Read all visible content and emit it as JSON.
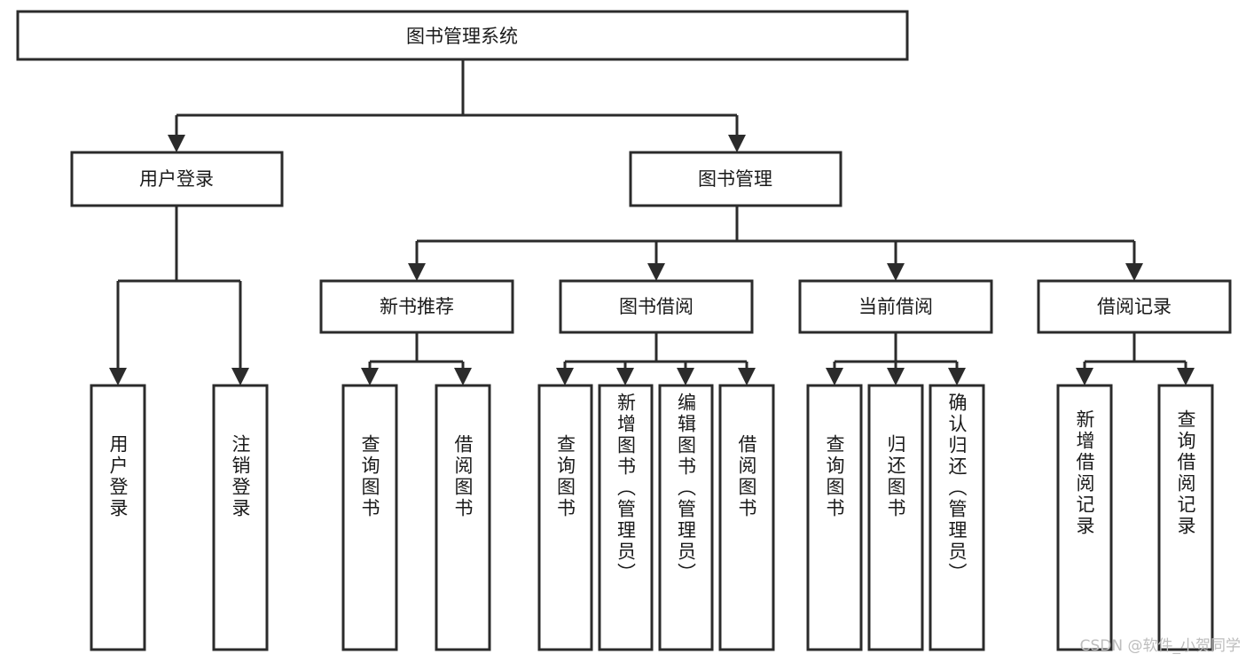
{
  "diagram": {
    "type": "tree-hierarchy",
    "title": "图书管理系统",
    "root": {
      "id": "root",
      "label": "图书管理系统",
      "orientation": "horizontal"
    },
    "level1": [
      {
        "id": "user-login",
        "label": "用户登录",
        "orientation": "horizontal"
      },
      {
        "id": "book-manage",
        "label": "图书管理",
        "orientation": "horizontal"
      }
    ],
    "level2": [
      {
        "id": "new-book-recommend",
        "label": "新书推荐",
        "parent": "book-manage",
        "orientation": "horizontal"
      },
      {
        "id": "book-borrow",
        "label": "图书借阅",
        "parent": "book-manage",
        "orientation": "horizontal"
      },
      {
        "id": "current-borrow",
        "label": "当前借阅",
        "parent": "book-manage",
        "orientation": "horizontal"
      },
      {
        "id": "borrow-record",
        "label": "借阅记录",
        "parent": "book-manage",
        "orientation": "horizontal"
      }
    ],
    "leaves": [
      {
        "id": "leaf-user-login",
        "label": "用户登录",
        "parent": "user-login",
        "orientation": "vertical"
      },
      {
        "id": "leaf-user-logout",
        "label": "注销登录",
        "parent": "user-login",
        "orientation": "vertical"
      },
      {
        "id": "leaf-query-book-1",
        "label": "查询图书",
        "parent": "new-book-recommend",
        "orientation": "vertical"
      },
      {
        "id": "leaf-borrow-book-1",
        "label": "借阅图书",
        "parent": "new-book-recommend",
        "orientation": "vertical"
      },
      {
        "id": "leaf-query-book-2",
        "label": "查询图书",
        "parent": "book-borrow",
        "orientation": "vertical"
      },
      {
        "id": "leaf-add-book",
        "label": "新增图书（管理员）",
        "parent": "book-borrow",
        "orientation": "vertical"
      },
      {
        "id": "leaf-edit-book",
        "label": "编辑图书（管理员）",
        "parent": "book-borrow",
        "orientation": "vertical"
      },
      {
        "id": "leaf-borrow-book-2",
        "label": "借阅图书",
        "parent": "book-borrow",
        "orientation": "vertical"
      },
      {
        "id": "leaf-query-book-3",
        "label": "查询图书",
        "parent": "current-borrow",
        "orientation": "vertical"
      },
      {
        "id": "leaf-return-book",
        "label": "归还图书",
        "parent": "current-borrow",
        "orientation": "vertical"
      },
      {
        "id": "leaf-confirm-return",
        "label": "确认归还（管理员）",
        "parent": "current-borrow",
        "orientation": "vertical"
      },
      {
        "id": "leaf-add-record",
        "label": "新增借阅记录",
        "parent": "borrow-record",
        "orientation": "vertical"
      },
      {
        "id": "leaf-query-record",
        "label": "查询借阅记录",
        "parent": "borrow-record",
        "orientation": "vertical"
      }
    ],
    "colors": {
      "stroke": "#2b2b2b",
      "fill": "#ffffff",
      "text": "#1a1a1a",
      "background": "#ffffff",
      "watermark": "#bdbdbd"
    }
  },
  "watermark": {
    "text": "CSDN @软件_小贺同学"
  }
}
